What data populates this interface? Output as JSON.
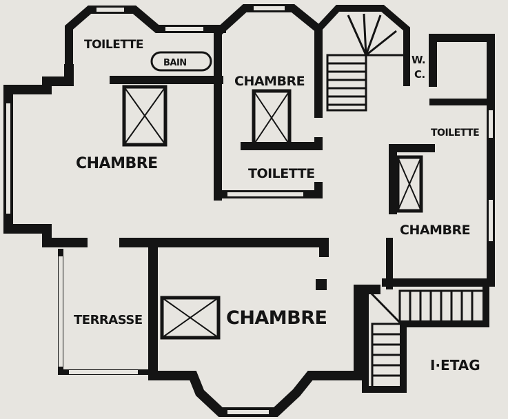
{
  "plan": {
    "ink": "#141414",
    "paper": "#e7e5e0",
    "labels": {
      "toilette_top_left": "TOILETTE",
      "bain": "BAIN",
      "chambre_top_middle": "CHAMBRE",
      "wc_w": "W.",
      "wc_c": "C.",
      "toilette_right": "TOILETTE",
      "chambre_left": "CHAMBRE",
      "toilette_middle": "TOILETTE",
      "chambre_right": "CHAMBRE",
      "terrasse": "TERRASSE",
      "chambre_bottom": "CHAMBRE",
      "etage": "I·ETAG"
    }
  }
}
